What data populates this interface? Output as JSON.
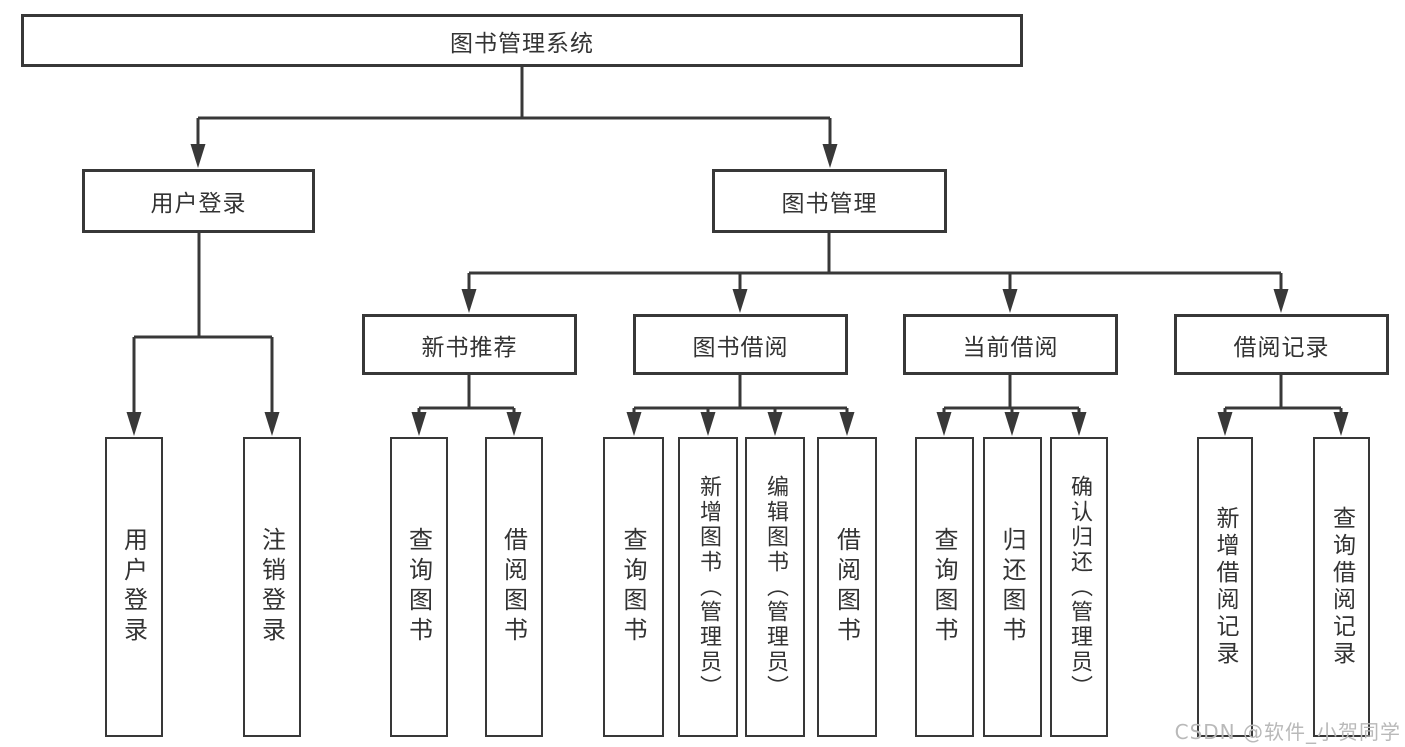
{
  "colors": {
    "line": "#383838",
    "text": "#333333",
    "box_bg": "#ffffff",
    "watermark": "#b9b9b9"
  },
  "root": {
    "label": "图书管理系统"
  },
  "branches": {
    "user": {
      "label": "用户登录",
      "children": [
        "用户登录",
        "注销登录"
      ]
    },
    "book": {
      "label": "图书管理"
    }
  },
  "modules": [
    {
      "label": "新书推荐",
      "children": [
        "查询图书",
        "借阅图书"
      ]
    },
    {
      "label": "图书借阅",
      "children": [
        "查询图书",
        "新增图书（管理员）",
        "编辑图书（管理员）",
        "借阅图书"
      ]
    },
    {
      "label": "当前借阅",
      "children": [
        "查询图书",
        "归还图书",
        "确认归还（管理员）"
      ]
    },
    {
      "label": "借阅记录",
      "children": [
        "新增借阅记录",
        "查询借阅记录"
      ]
    }
  ],
  "watermark": "CSDN @软件_小贺同学"
}
